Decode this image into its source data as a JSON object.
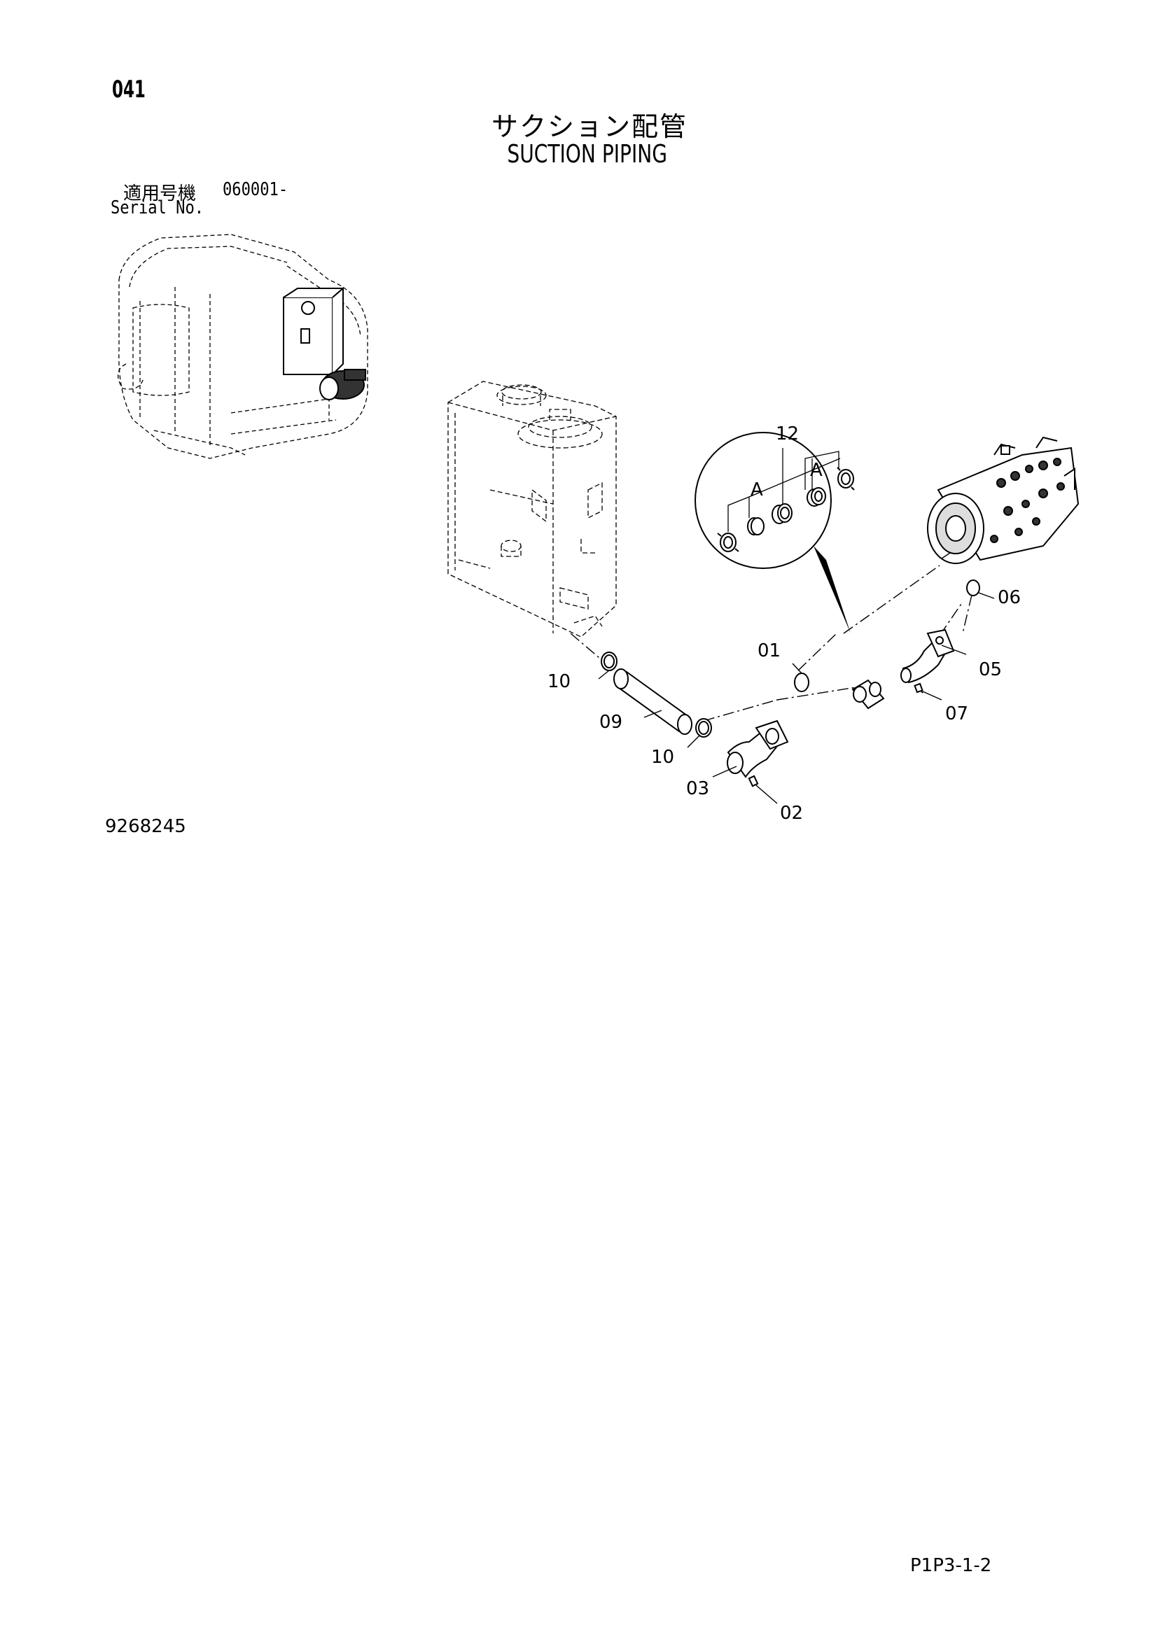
{
  "header": {
    "page_number": "041",
    "title_jp": "サクション配管",
    "title_en": "SUCTION PIPING"
  },
  "serial": {
    "label_jp": "適用号機",
    "range": "060001-",
    "label_en": "Serial No."
  },
  "callouts": {
    "c01": "01",
    "c02": "02",
    "c03": "03",
    "c05": "05",
    "c06": "06",
    "c07": "07",
    "c09": "09",
    "c10a": "10",
    "c10b": "10",
    "c12": "12",
    "detail_a1": "A",
    "detail_a2": "A"
  },
  "footer": {
    "drawing_number": "9268245",
    "page_code": "P1P3-1-2"
  }
}
